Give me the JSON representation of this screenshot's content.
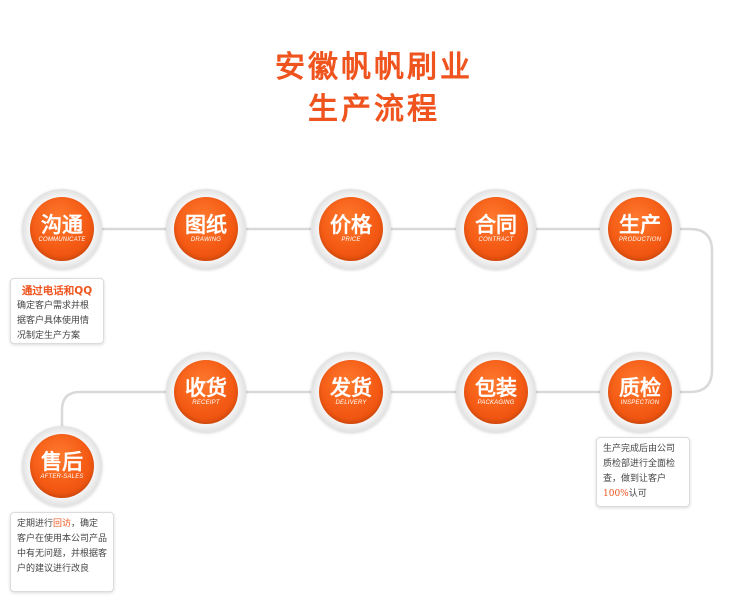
{
  "title": {
    "line1": "安徽帆帆刷业",
    "line2": "生产流程"
  },
  "colors": {
    "accent": "#f0541e",
    "connector": "#d9d9d9",
    "note_text": "#444444"
  },
  "steps": [
    {
      "cn": "沟通",
      "en": "COMMUNICATE"
    },
    {
      "cn": "图纸",
      "en": "DRAWING"
    },
    {
      "cn": "价格",
      "en": "PRICE"
    },
    {
      "cn": "合同",
      "en": "CONTRACT"
    },
    {
      "cn": "生产",
      "en": "PRODUCTION"
    },
    {
      "cn": "质检",
      "en": "INSPECTION"
    },
    {
      "cn": "包装",
      "en": "PACKAGING"
    },
    {
      "cn": "发货",
      "en": "DELIVERY"
    },
    {
      "cn": "收货",
      "en": "RECEIPT"
    },
    {
      "cn": "售后",
      "en": "AFTER-SALES"
    }
  ],
  "notes": {
    "communicate": {
      "title": "通过电话和QQ",
      "text": "确定客户需求并根据客户具体使用情况制定生产方案"
    },
    "inspection": {
      "pre": "生产完成后由公司质检部进行全面检查，做到让客户",
      "highlight": "100%",
      "post": "认可"
    },
    "aftersales": {
      "pre": "定期进行",
      "highlight": "回访",
      "post": "，确定客户在使用本公司产品中有无问题，并根据客户的建议进行改良"
    }
  }
}
